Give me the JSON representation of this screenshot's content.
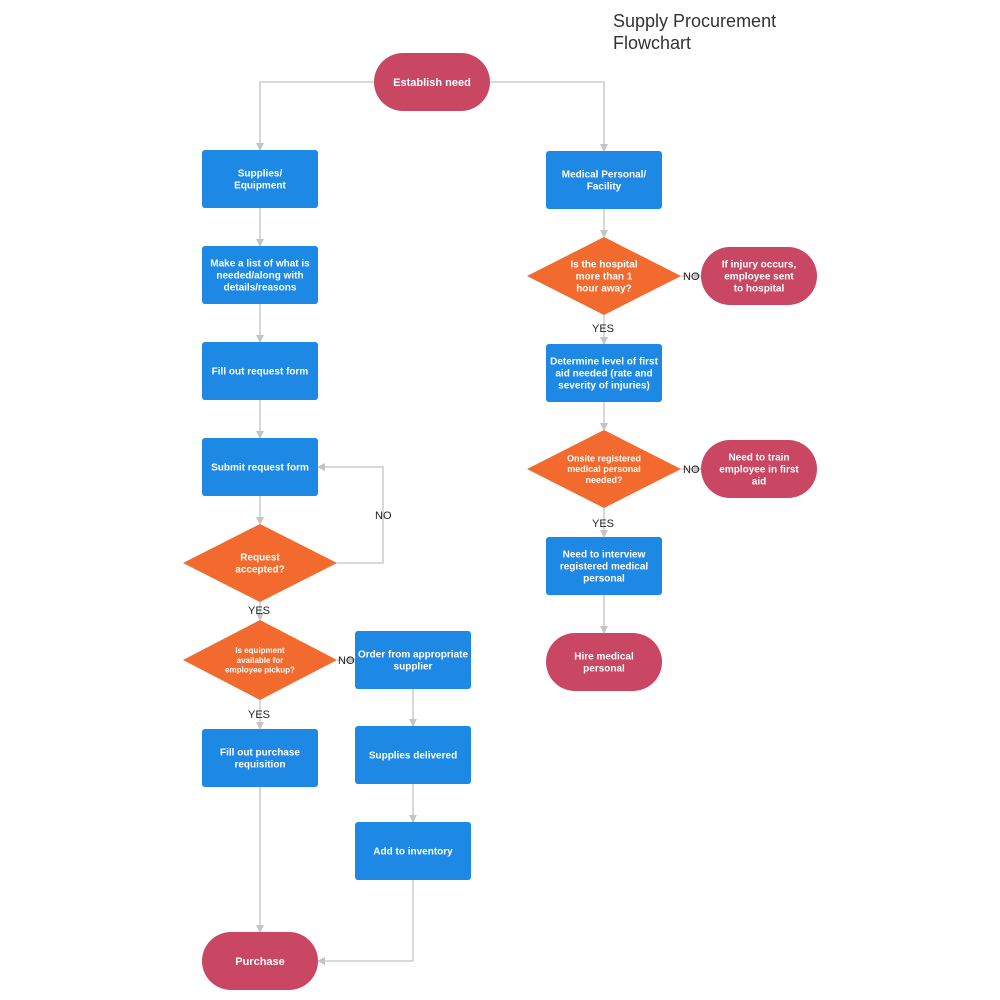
{
  "title": {
    "line1": "Supply Procurement",
    "line2": "Flowchart"
  },
  "colors": {
    "process": "#1e88e5",
    "decision": "#f26a2e",
    "terminal": "#c94762",
    "connector": "#c4c4c4",
    "text": "#ffffff"
  },
  "nodes": {
    "establish_need": {
      "shape": "terminal",
      "lines": [
        "Establish need"
      ]
    },
    "supplies_equipment": {
      "shape": "process",
      "lines": [
        "Supplies/",
        "Equipment"
      ]
    },
    "make_list": {
      "shape": "process",
      "lines": [
        "Make a list of what is",
        "needed/along with",
        "details/reasons"
      ]
    },
    "fill_request_form": {
      "shape": "process",
      "lines": [
        "Fill out request form"
      ]
    },
    "submit_request_form": {
      "shape": "process",
      "lines": [
        "Submit request form"
      ]
    },
    "request_accepted": {
      "shape": "decision",
      "lines": [
        "Request",
        "accepted?"
      ]
    },
    "equipment_available": {
      "shape": "decision",
      "lines": [
        "Is equipment",
        "available for",
        "employee pickup?"
      ]
    },
    "order_from_supplier": {
      "shape": "process",
      "lines": [
        "Order from appropriate",
        "supplier"
      ]
    },
    "supplies_delivered": {
      "shape": "process",
      "lines": [
        "Supplies delivered"
      ]
    },
    "add_to_inventory": {
      "shape": "process",
      "lines": [
        "Add to inventory"
      ]
    },
    "fill_purchase_requisition": {
      "shape": "process",
      "lines": [
        "Fill out purchase",
        "requisition"
      ]
    },
    "purchase": {
      "shape": "terminal",
      "lines": [
        "Purchase"
      ]
    },
    "medical_personal_facility": {
      "shape": "process",
      "lines": [
        "Medical Personal/",
        "Facility"
      ]
    },
    "hospital_distance": {
      "shape": "decision",
      "lines": [
        "Is the hospital",
        "more than 1",
        "hour away?"
      ]
    },
    "injury_occurs": {
      "shape": "terminal",
      "lines": [
        "If injury occurs,",
        "employee sent",
        "to hospital"
      ]
    },
    "determine_first_aid": {
      "shape": "process",
      "lines": [
        "Determine level of first",
        "aid needed (rate and",
        "severity of injuries)"
      ]
    },
    "onsite_medical_needed": {
      "shape": "decision",
      "lines": [
        "Onsite registered",
        "medical personal",
        "needed?"
      ]
    },
    "train_first_aid": {
      "shape": "terminal",
      "lines": [
        "Need to train",
        "employee in first",
        "aid"
      ]
    },
    "interview_medical": {
      "shape": "process",
      "lines": [
        "Need to interview",
        "registered medical",
        "personal"
      ]
    },
    "hire_medical": {
      "shape": "terminal",
      "lines": [
        "Hire medical",
        "personal"
      ]
    }
  },
  "edges": [
    {
      "from": "establish_need",
      "to": "supplies_equipment",
      "label": ""
    },
    {
      "from": "establish_need",
      "to": "medical_personal_facility",
      "label": ""
    },
    {
      "from": "supplies_equipment",
      "to": "make_list",
      "label": ""
    },
    {
      "from": "make_list",
      "to": "fill_request_form",
      "label": ""
    },
    {
      "from": "fill_request_form",
      "to": "submit_request_form",
      "label": ""
    },
    {
      "from": "submit_request_form",
      "to": "request_accepted",
      "label": ""
    },
    {
      "from": "request_accepted",
      "to": "submit_request_form",
      "label": "NO"
    },
    {
      "from": "request_accepted",
      "to": "equipment_available",
      "label": "YES"
    },
    {
      "from": "equipment_available",
      "to": "order_from_supplier",
      "label": "NO"
    },
    {
      "from": "equipment_available",
      "to": "fill_purchase_requisition",
      "label": "YES"
    },
    {
      "from": "order_from_supplier",
      "to": "supplies_delivered",
      "label": ""
    },
    {
      "from": "supplies_delivered",
      "to": "add_to_inventory",
      "label": ""
    },
    {
      "from": "add_to_inventory",
      "to": "purchase",
      "label": ""
    },
    {
      "from": "fill_purchase_requisition",
      "to": "purchase",
      "label": ""
    },
    {
      "from": "medical_personal_facility",
      "to": "hospital_distance",
      "label": ""
    },
    {
      "from": "hospital_distance",
      "to": "injury_occurs",
      "label": "NO"
    },
    {
      "from": "hospital_distance",
      "to": "determine_first_aid",
      "label": "YES"
    },
    {
      "from": "determine_first_aid",
      "to": "onsite_medical_needed",
      "label": ""
    },
    {
      "from": "onsite_medical_needed",
      "to": "train_first_aid",
      "label": "NO"
    },
    {
      "from": "onsite_medical_needed",
      "to": "interview_medical",
      "label": "YES"
    },
    {
      "from": "interview_medical",
      "to": "hire_medical",
      "label": ""
    }
  ]
}
